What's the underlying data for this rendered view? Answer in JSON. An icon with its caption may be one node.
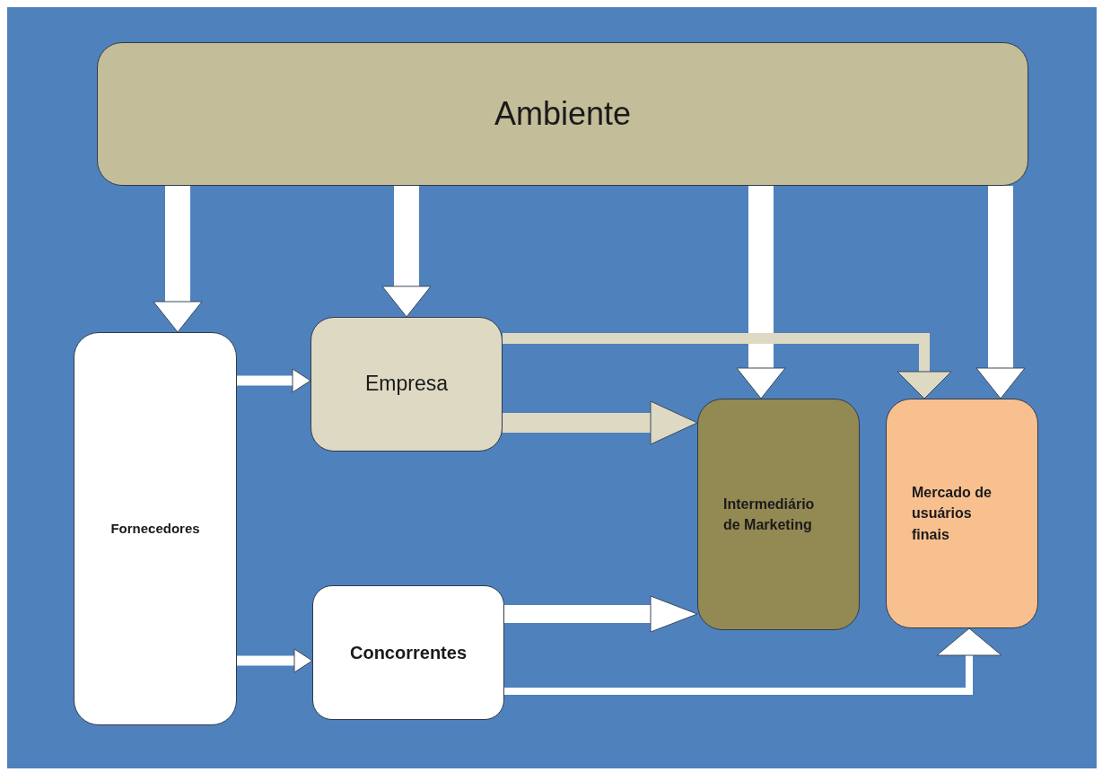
{
  "diagram": {
    "nodes": [
      {
        "text": [
          "Ambiente"
        ]
      },
      {
        "text": [
          "Fornecedores"
        ]
      },
      {
        "text": [
          "Empresa"
        ]
      },
      {
        "text": [
          "Concorrentes"
        ]
      },
      {
        "text": [
          "Intermediário de Marketing"
        ]
      },
      {
        "text": [
          "Mercado de usuários finais"
        ]
      }
    ],
    "edges": [
      {
        "from": 0,
        "to": 1,
        "arrow": "to"
      },
      {
        "from": 0,
        "to": 2,
        "arrow": "to"
      },
      {
        "from": 0,
        "to": 4,
        "arrow": "to"
      },
      {
        "from": 0,
        "to": 5,
        "arrow": "to"
      },
      {
        "from": 1,
        "to": 2,
        "arrow": "to"
      },
      {
        "from": 1,
        "to": 3,
        "arrow": "to"
      },
      {
        "from": 2,
        "to": 4,
        "arrow": "to",
        "color": "#ddd9c3"
      },
      {
        "from": 2,
        "to": 5,
        "arrow": "to",
        "color": "#ddd9c3"
      },
      {
        "from": 3,
        "to": 4,
        "arrow": "to"
      },
      {
        "from": 3,
        "to": 5,
        "arrow": "to"
      }
    ]
  }
}
